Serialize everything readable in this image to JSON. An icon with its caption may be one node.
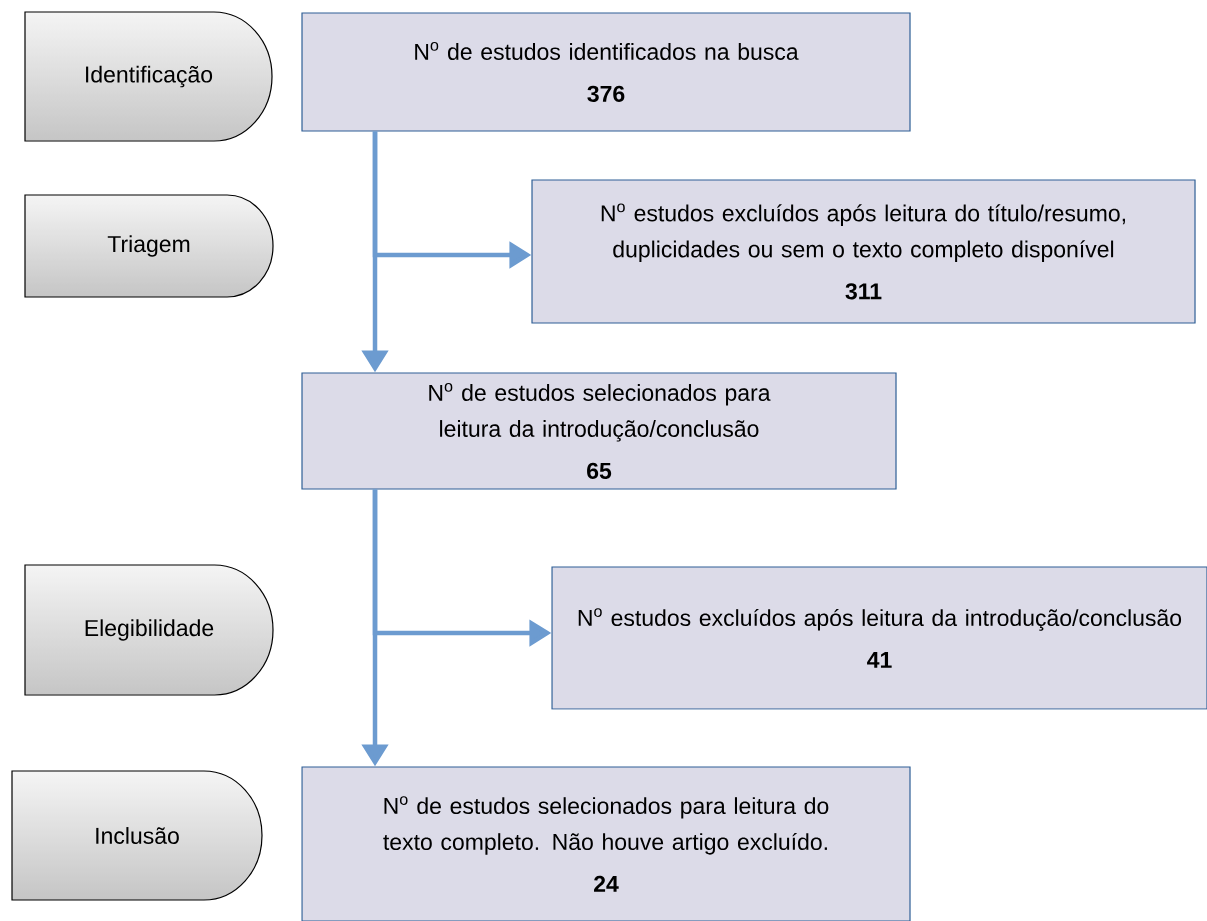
{
  "diagram": {
    "nodes": [
      {
        "text": [
          "Identificação"
        ]
      },
      {
        "text": [
          "N$^{o}$ de estudos identificados na busca",
          "376"
        ]
      },
      {
        "text": [
          "Triagem"
        ]
      },
      {
        "text": [
          "N$^{o}$ estudos excluídos após leitura do título/resumo, duplicidades ou sem o texto completo disponível",
          "311"
        ]
      },
      {
        "text": [
          "N$^{o}$ de estudos selecionados para leitura da introdução/conclusão",
          "65"
        ]
      },
      {
        "text": [
          "Elegibilidade"
        ]
      },
      {
        "text": [
          "N$^{o}$ estudos excluídos após leitura da introdução/conclusão",
          "41"
        ]
      },
      {
        "text": [
          "Inclusão"
        ]
      },
      {
        "text": [
          "N$^{o}$ de estudos selecionados para leitura do texto completo. Não houve artigo excluído.",
          "24"
        ]
      }
    ],
    "edges": [
      {
        "from": 1,
        "to": 4,
        "arrow": "to"
      },
      {
        "from": 1,
        "to": 3,
        "arrow": "to"
      },
      {
        "from": 4,
        "to": 8,
        "arrow": "to"
      },
      {
        "from": 4,
        "to": 6,
        "arrow": "to"
      }
    ]
  }
}
